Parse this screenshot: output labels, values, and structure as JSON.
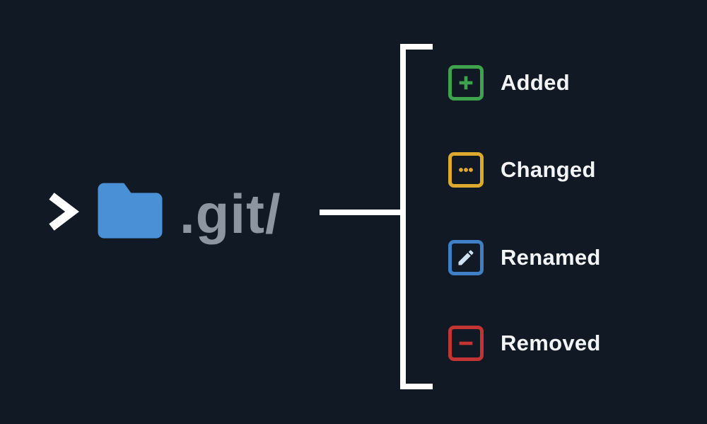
{
  "colors": {
    "background": "#111a24",
    "line": "#ffffff",
    "folder": "#4a90d6",
    "git_text": "#8d95a0",
    "label_text": "#f2f4f6"
  },
  "terminal": {
    "path": ".git/"
  },
  "statuses": [
    {
      "label": "Added",
      "icon": "plus-icon",
      "color": "#3fa24d",
      "glyph_color": "#3fa24d"
    },
    {
      "label": "Changed",
      "icon": "ellipsis-icon",
      "color": "#ddaa2e",
      "glyph_color": "#ddaa2e"
    },
    {
      "label": "Renamed",
      "icon": "pencil-icon",
      "color": "#3e7fc5",
      "glyph_color": "#cfe2f3"
    },
    {
      "label": "Removed",
      "icon": "minus-icon",
      "color": "#c33434",
      "glyph_color": "#c33434"
    }
  ]
}
